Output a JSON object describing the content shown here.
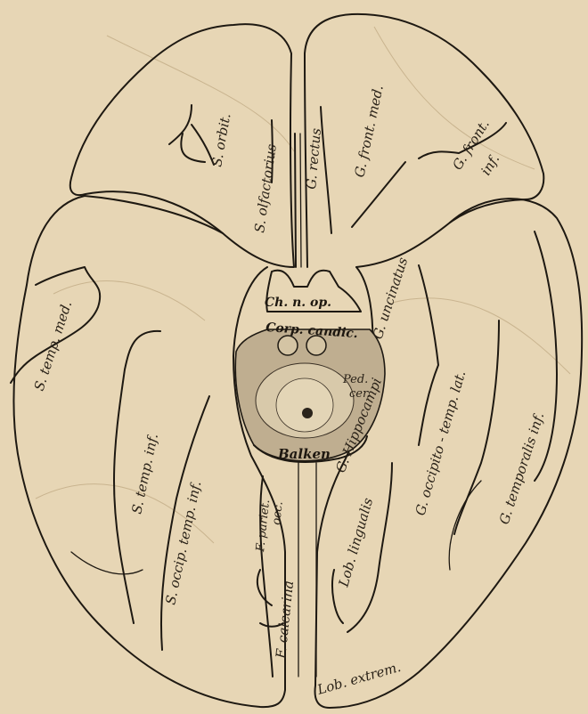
{
  "colors": {
    "paper": "#e7d6b5",
    "ink": "#1e1912",
    "shade": "#bfae90"
  },
  "labels": {
    "s_orbit": "S. orbit.",
    "s_olfactorius": "S. olfactorius",
    "g_rectus": "G. rectus",
    "g_front_med": "G. front. med.",
    "g_front_inf_1": "G. front.",
    "g_front_inf_2": "inf.",
    "ch_n_op": "Ch. n. op.",
    "corp_candic": "Corp. candic.",
    "g_uncinatus": "G. uncinatus",
    "ped_cer_1": "Ped.",
    "ped_cer_2": "cer.",
    "balken": "Balken",
    "g_hippocampi": "G. Hippocampi",
    "s_temp_med": "S. temp. med.",
    "s_temp_inf": "S. temp. inf.",
    "s_occip_temp_inf": "S. occip. temp. inf.",
    "f_parieto_occ_1": "F. pariet.",
    "f_parieto_occ_2": "occ.",
    "f_calcarina": "F. calcarina",
    "lob_lingualis": "Lob. lingualis",
    "g_occipito_temp_lat": "G. occipito - temp. lat.",
    "g_temporalis_inf": "G. temporalis inf.",
    "lob_extrem": "Lob. extrem."
  }
}
